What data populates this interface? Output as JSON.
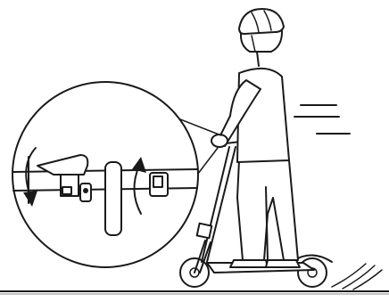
{
  "figure": {
    "line_color": "#1a1a1a",
    "background": "#ffffff",
    "icons": [
      "rider-figure",
      "helmet-icon",
      "electric-scooter",
      "handlebar-detail-magnifier",
      "brake-lever",
      "rotation-arrow-down-icon",
      "rotation-arrow-up-icon",
      "motion-lines",
      "ground-line"
    ]
  }
}
